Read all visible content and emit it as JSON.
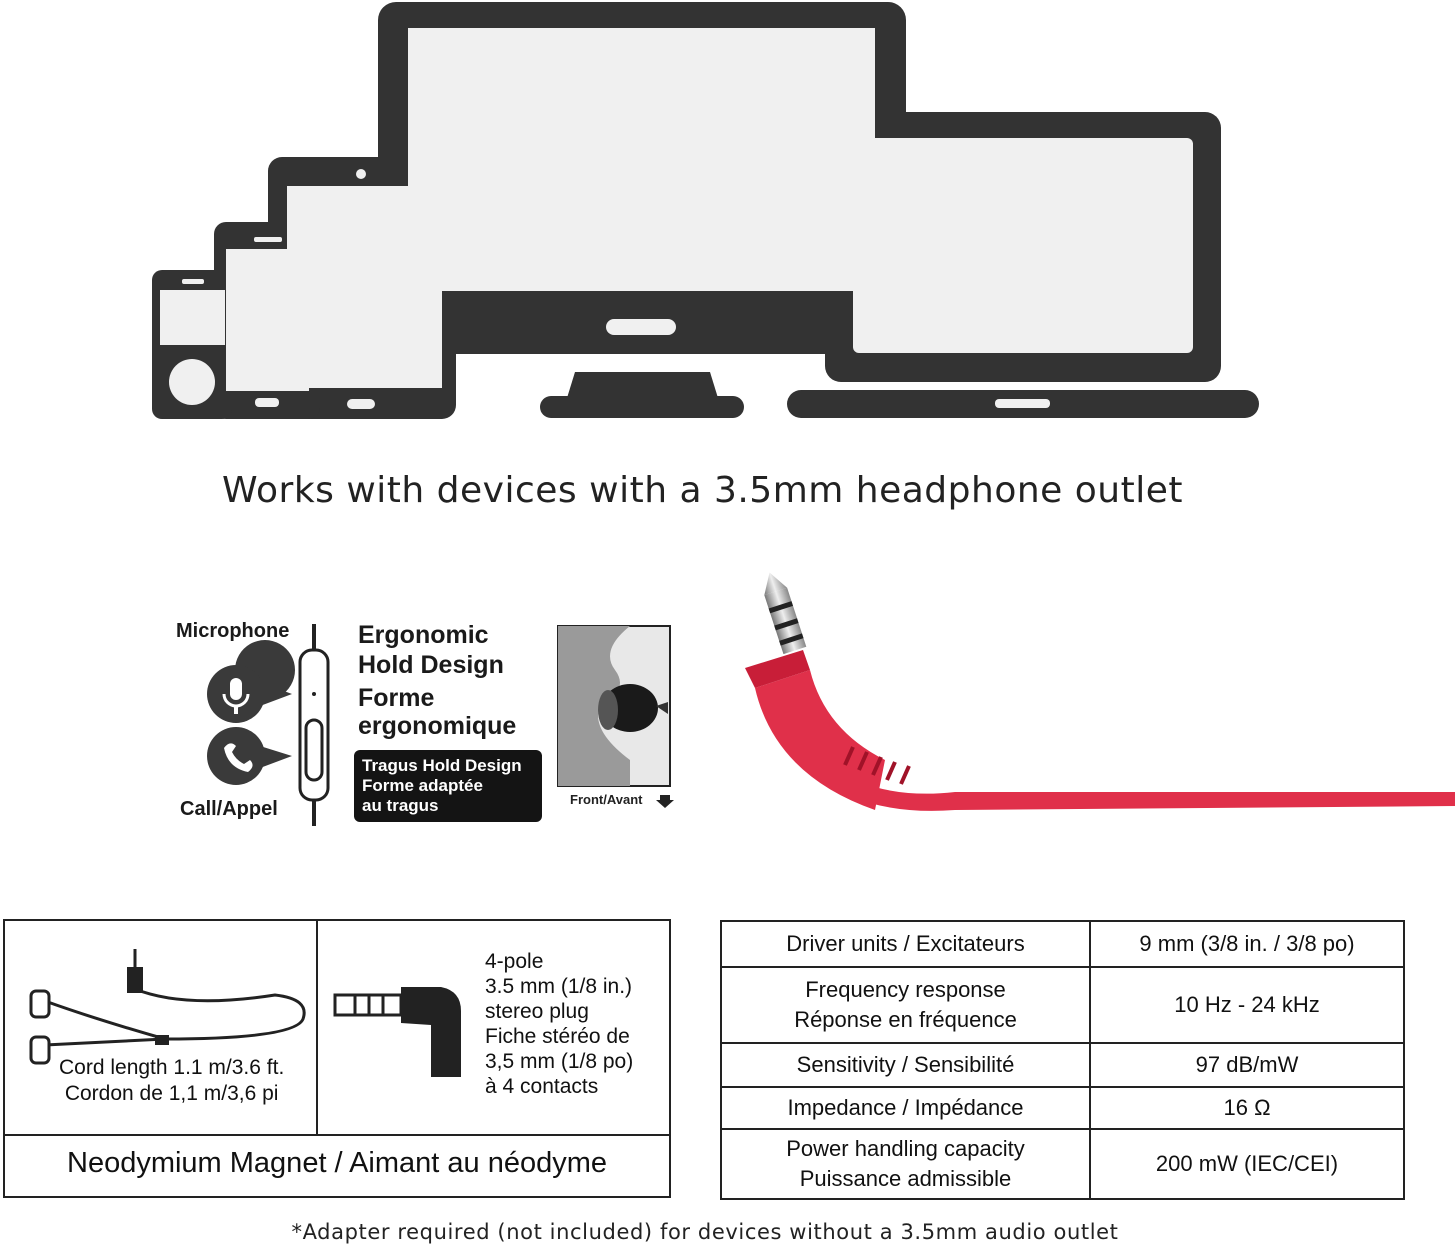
{
  "headline": "Works with devices with a 3.5mm headphone outlet",
  "controls": {
    "microphone_label": "Microphone",
    "call_label": "Call/Appel",
    "ergonomic_title_line1": "Ergonomic",
    "ergonomic_title_line2": "Hold Design",
    "ergonomic_fr_line1": "Forme",
    "ergonomic_fr_line2": "ergonomique",
    "tragus_line1": "Tragus Hold Design",
    "tragus_line2": "Forme adaptée",
    "tragus_line3": "au tragus",
    "front_label": "Front/Avant"
  },
  "cord_box": {
    "cord_line1": "Cord length 1.1 m/3.6 ft.",
    "cord_line2": "Cordon de 1,1 m/3,6 pi",
    "plug_line1": "4-pole",
    "plug_line2": "3.5 mm (1/8 in.)",
    "plug_line3": "stereo plug",
    "plug_line4": "Fiche stéréo de",
    "plug_line5": "3,5 mm (1/8 po)",
    "plug_line6": "à 4 contacts",
    "magnet": "Neodymium Magnet / Aimant au néodyme"
  },
  "specs": [
    {
      "label_line1": "Driver units / Excitateurs",
      "label_line2": "",
      "value": "9 mm (3/8 in. / 3/8 po)"
    },
    {
      "label_line1": "Frequency response",
      "label_line2": "Réponse en fréquence",
      "value": "10 Hz - 24 kHz"
    },
    {
      "label_line1": "Sensitivity / Sensibilité",
      "label_line2": "",
      "value": "97 dB/mW"
    },
    {
      "label_line1": "Impedance / Impédance",
      "label_line2": "",
      "value": "16 Ω"
    },
    {
      "label_line1": "Power handling capacity",
      "label_line2": "Puissance admissible",
      "value": "200 mW (IEC/CEI)"
    }
  ],
  "footnote": "*Adapter required (not included) for devices without a 3.5mm audio outlet",
  "colors": {
    "device_dark": "#333333",
    "cable_red": "#e0304a"
  }
}
